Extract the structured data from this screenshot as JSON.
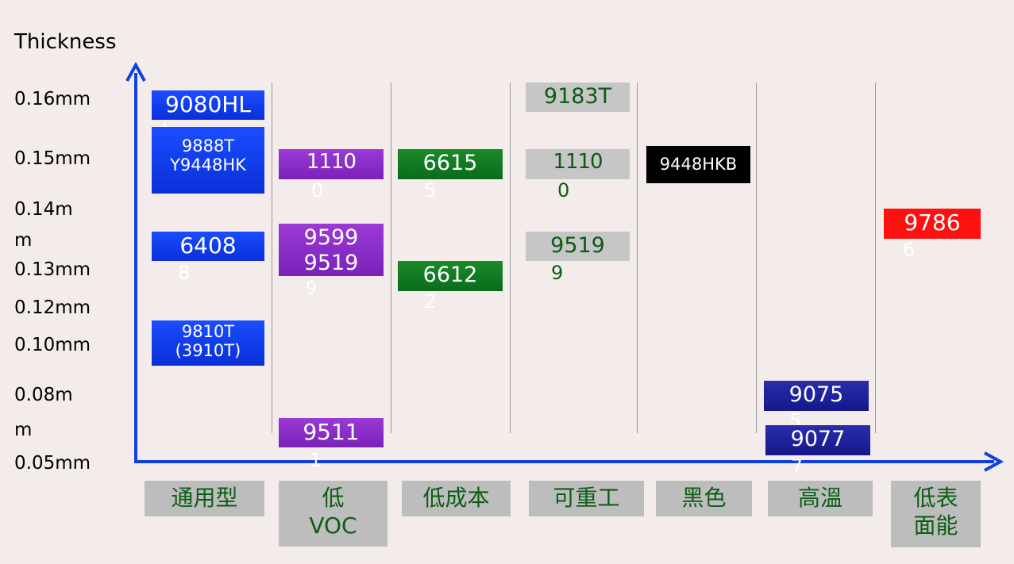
{
  "title": "Thickness",
  "y_labels": [
    "0.16mm",
    "0.15mm",
    "0.14m",
    "m",
    "0.13mm",
    "0.12mm",
    "0.10mm",
    "0.08m",
    "m",
    "0.05mm"
  ],
  "categories": [
    "通用型",
    "低\nVOC",
    "低成本",
    "可重工",
    "黑色",
    "高溫",
    "低表\n面能"
  ],
  "products": {
    "b1": "9080HL",
    "b1t": "L",
    "b2": "9888T\nY9448HK",
    "b3": "6408",
    "b3t": "8",
    "b4": "9810T\n(3910T)",
    "p1": "1110",
    "p1t": "0",
    "p2": "9599\n9519",
    "p2t": "9",
    "p3": "9511",
    "p3t": "1",
    "g1": "6615",
    "g1t": "5",
    "g2": "6612",
    "g2t": "2",
    "r1": "9183T",
    "r2": "1110",
    "r2t": "0",
    "r3": "9519",
    "r3t": "9",
    "k1": "9448HKB",
    "h1": "9075",
    "h1t": "5",
    "h2": "9077",
    "h2t": "7",
    "l1": "9786",
    "l1t": "6"
  },
  "colors": {
    "axis": "#1040e0",
    "general": "#0a35e0",
    "low_voc": "#8a2ec8",
    "low_cost": "#0f7a22",
    "rework": "#c6c6c6",
    "black": "#000000",
    "high_temp": "#1f2199",
    "lse": "#ff1010"
  }
}
